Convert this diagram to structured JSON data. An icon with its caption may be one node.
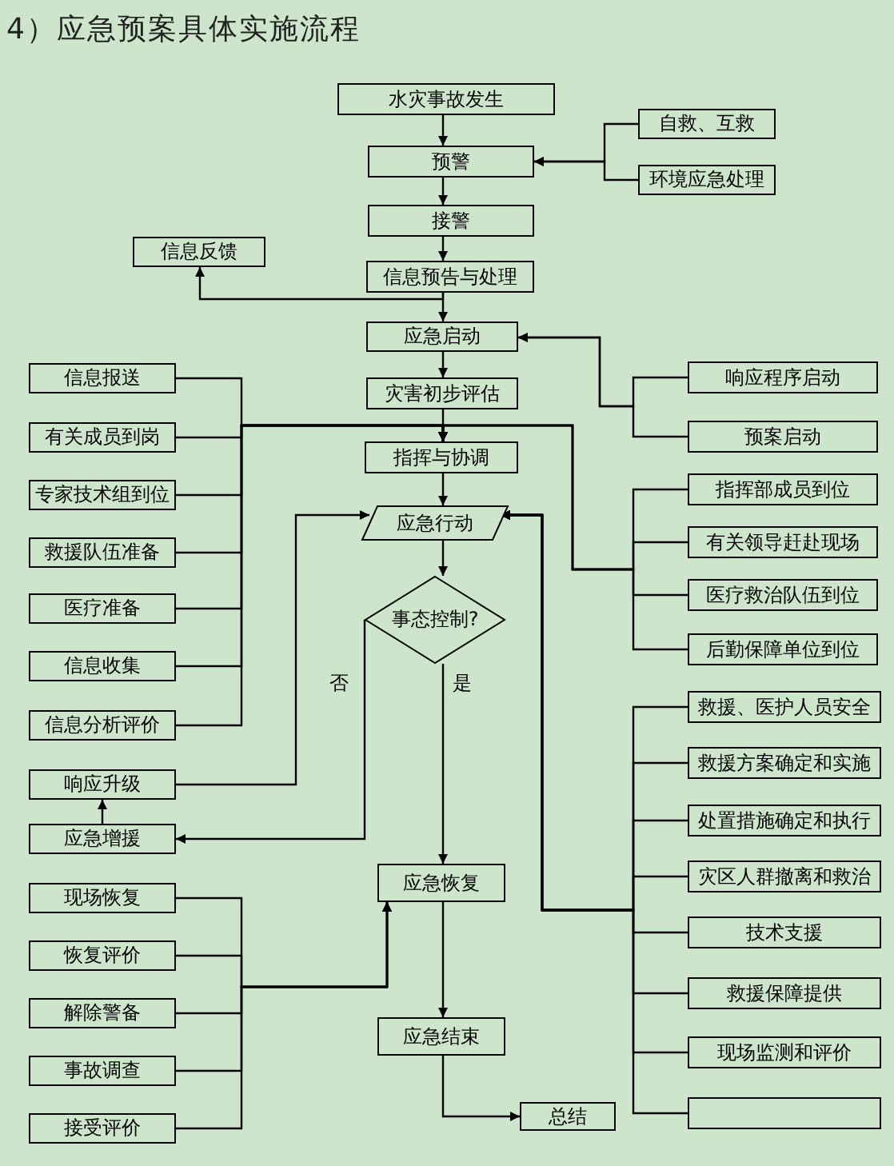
{
  "diagram": {
    "title": "4）应急预案具体实施流程",
    "nodes": [
      {
        "text": [
          "水灾事故发生"
        ]
      },
      {
        "text": [
          "预警"
        ]
      },
      {
        "text": [
          "接警"
        ]
      },
      {
        "text": [
          "信息预告与处理"
        ]
      },
      {
        "text": [
          "应急启动"
        ]
      },
      {
        "text": [
          "灾害初步评估"
        ]
      },
      {
        "text": [
          "指挥与协调"
        ]
      },
      {
        "text": [
          "应急行动"
        ]
      },
      {
        "text": [
          "事态控制?"
        ]
      },
      {
        "text": [
          "应急恢复"
        ]
      },
      {
        "text": [
          "应急结束"
        ]
      },
      {
        "text": [
          "总结"
        ]
      },
      {
        "text": [
          "信息反馈"
        ]
      },
      {
        "text": [
          "信息报送"
        ]
      },
      {
        "text": [
          "有关成员到岗"
        ]
      },
      {
        "text": [
          "专家技术组到位"
        ]
      },
      {
        "text": [
          "救援队伍准备"
        ]
      },
      {
        "text": [
          "医疗准备"
        ]
      },
      {
        "text": [
          "信息收集"
        ]
      },
      {
        "text": [
          "信息分析评价"
        ]
      },
      {
        "text": [
          "响应升级"
        ]
      },
      {
        "text": [
          "应急增援"
        ]
      },
      {
        "text": [
          "现场恢复"
        ]
      },
      {
        "text": [
          "恢复评价"
        ]
      },
      {
        "text": [
          "解除警备"
        ]
      },
      {
        "text": [
          "事故调查"
        ]
      },
      {
        "text": [
          "接受评价"
        ]
      },
      {
        "text": [
          "自救、互救"
        ]
      },
      {
        "text": [
          "环境应急处理"
        ]
      },
      {
        "text": [
          "响应程序启动"
        ]
      },
      {
        "text": [
          "预案启动"
        ]
      },
      {
        "text": [
          "指挥部成员到位"
        ]
      },
      {
        "text": [
          "有关领导赶赴现场"
        ]
      },
      {
        "text": [
          "医疗救治队伍到位"
        ]
      },
      {
        "text": [
          "后勤保障单位到位"
        ]
      },
      {
        "text": [
          "救援、医护人员安全"
        ]
      },
      {
        "text": [
          "救援方案确定和实施"
        ]
      },
      {
        "text": [
          "处置措施确定和执行"
        ]
      },
      {
        "text": [
          "灾区人群撤离和救治"
        ]
      },
      {
        "text": [
          "技术支援"
        ]
      },
      {
        "text": [
          "救援保障提供"
        ]
      },
      {
        "text": [
          "现场监测和评价"
        ]
      },
      {
        "text": [],
        "shape": "box"
      }
    ],
    "edges": [
      {
        "from": 0,
        "to": 1,
        "arrow": "to"
      },
      {
        "from": 1,
        "to": 2,
        "arrow": "to"
      },
      {
        "from": 2,
        "to": 3,
        "arrow": "to"
      },
      {
        "from": 3,
        "to": 4,
        "arrow": "to"
      },
      {
        "from": 3,
        "to": 12,
        "arrow": "to"
      },
      {
        "from": 4,
        "to": 5,
        "arrow": "to"
      },
      {
        "from": 5,
        "to": 6,
        "arrow": "to"
      },
      {
        "from": 6,
        "to": 7,
        "arrow": "to"
      },
      {
        "from": 7,
        "to": 8,
        "arrow": "to"
      },
      {
        "from": 8,
        "to": 9,
        "arrow": "to",
        "label": "是"
      },
      {
        "from": 9,
        "to": 10,
        "arrow": "to"
      },
      {
        "from": 10,
        "to": 11,
        "arrow": "to"
      },
      {
        "from": 27,
        "to": 1,
        "arrow": "to"
      },
      {
        "from": 28,
        "to": 1,
        "arrow": "to"
      },
      {
        "from": 29,
        "to": 4,
        "arrow": "to"
      },
      {
        "from": 30,
        "to": 4,
        "arrow": "to"
      },
      {
        "from": 13,
        "to": 6,
        "arrow": "to"
      },
      {
        "from": 14,
        "to": 6,
        "arrow": "to"
      },
      {
        "from": 15,
        "to": 6,
        "arrow": "to"
      },
      {
        "from": 16,
        "to": 6,
        "arrow": "to"
      },
      {
        "from": 17,
        "to": 6,
        "arrow": "to"
      },
      {
        "from": 18,
        "to": 6,
        "arrow": "to"
      },
      {
        "from": 19,
        "to": 6,
        "arrow": "to"
      },
      {
        "from": 31,
        "to": 6,
        "arrow": "to"
      },
      {
        "from": 32,
        "to": 6,
        "arrow": "to"
      },
      {
        "from": 33,
        "to": 6,
        "arrow": "to"
      },
      {
        "from": 34,
        "to": 6,
        "arrow": "to"
      },
      {
        "from": 8,
        "to": 21,
        "arrow": "to",
        "label": "否"
      },
      {
        "from": 21,
        "to": 20,
        "arrow": "to"
      },
      {
        "from": 20,
        "to": 7,
        "arrow": "to"
      },
      {
        "from": 35,
        "to": 7,
        "arrow": "to"
      },
      {
        "from": 36,
        "to": 7,
        "arrow": "to"
      },
      {
        "from": 37,
        "to": 7,
        "arrow": "to"
      },
      {
        "from": 38,
        "to": 7,
        "arrow": "to"
      },
      {
        "from": 39,
        "to": 7,
        "arrow": "to"
      },
      {
        "from": 40,
        "to": 7,
        "arrow": "to"
      },
      {
        "from": 41,
        "to": 7,
        "arrow": "to"
      },
      {
        "from": 42,
        "to": 7,
        "arrow": "to"
      },
      {
        "from": 22,
        "to": 9,
        "arrow": "to"
      },
      {
        "from": 23,
        "to": 9,
        "arrow": "to"
      },
      {
        "from": 24,
        "to": 9,
        "arrow": "to"
      },
      {
        "from": 25,
        "to": 9,
        "arrow": "to"
      },
      {
        "from": 26,
        "to": 9,
        "arrow": "to"
      }
    ]
  }
}
